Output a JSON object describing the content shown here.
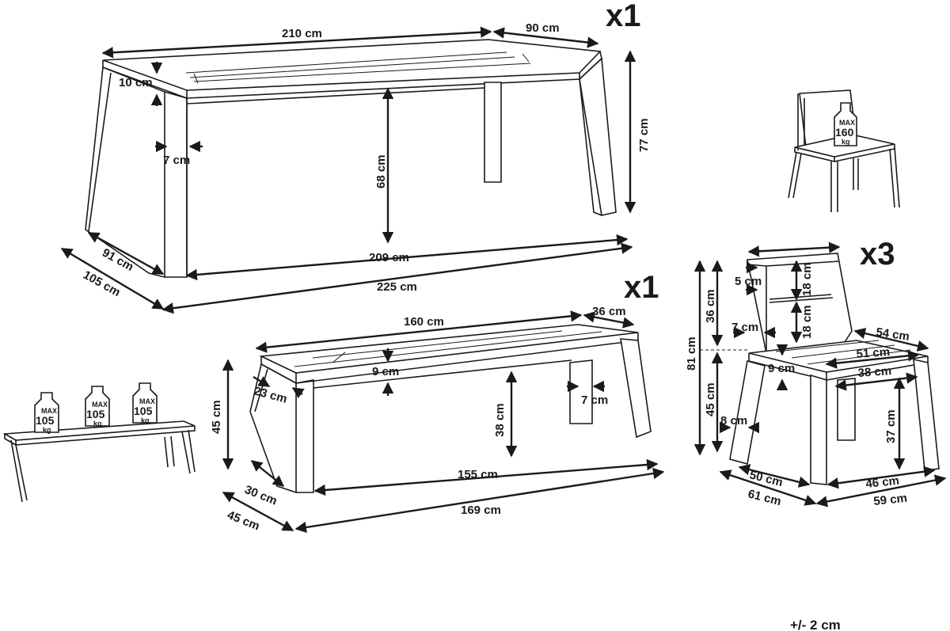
{
  "tolerance": "+/- 2 cm",
  "table": {
    "quantity": "x1",
    "length_top": "210 cm",
    "width_top": "90 cm",
    "top_thickness": "10 cm",
    "leg_width": "7 cm",
    "clearance_height": "68 cm",
    "total_height": "77 cm",
    "inner_length": "209 cm",
    "total_length": "225 cm",
    "inner_depth": "91 cm",
    "total_depth": "105 cm"
  },
  "bench": {
    "quantity": "x1",
    "length_top": "160 cm",
    "width_top": "36 cm",
    "top_thickness": "9 cm",
    "leg_depth": "23 cm",
    "leg_width": "7 cm",
    "clearance_height": "38 cm",
    "total_height": "45 cm",
    "inner_length": "155 cm",
    "total_length": "169 cm",
    "inner_depth": "30 cm",
    "total_depth": "45 cm",
    "weights": [
      {
        "max": "MAX",
        "value": "105",
        "unit": "kg"
      },
      {
        "max": "MAX",
        "value": "105",
        "unit": "kg"
      },
      {
        "max": "MAX",
        "value": "105",
        "unit": "kg"
      }
    ]
  },
  "chair": {
    "quantity": "x3",
    "backrest_top": "5 cm",
    "backrest_slat_upper": "18 cm",
    "backrest_slat_lower": "18 cm",
    "backrest_height": "36 cm",
    "total_height": "81 cm",
    "seat_height": "45 cm",
    "frame_thickness": "7 cm",
    "seat_thickness": "9 cm",
    "leg_thickness": "8 cm",
    "seat_depth_outer": "54 cm",
    "seat_depth_inner": "51 cm",
    "inner_width": "38 cm",
    "clearance_height": "37 cm",
    "inner_depth": "50 cm",
    "total_depth": "61 cm",
    "inner_width_bottom": "46 cm",
    "total_width": "59 cm",
    "weight": {
      "max": "MAX",
      "value": "160",
      "unit": "kg"
    }
  }
}
